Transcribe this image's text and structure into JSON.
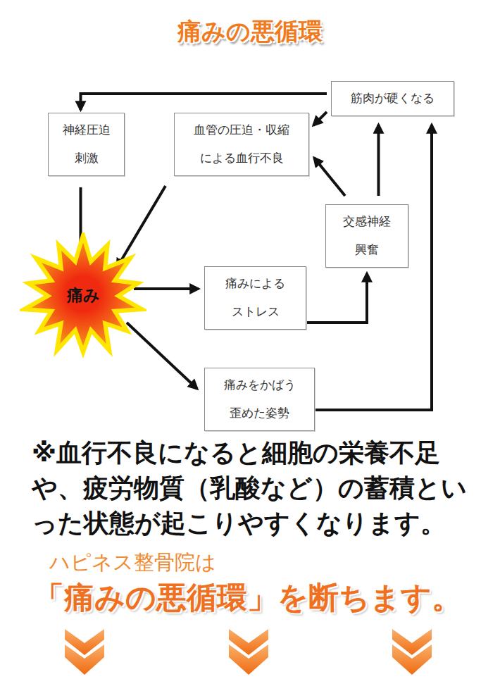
{
  "diagram": {
    "title": "痛みの悪循環",
    "nodes": [
      {
        "text": [
          "筋肉が硬くなる"
        ]
      },
      {
        "text": [
          "神経圧迫 刺激"
        ]
      },
      {
        "text": [
          "血管の圧迫・収縮 による血行不良"
        ]
      },
      {
        "text": [
          "交感神経 興奮"
        ]
      },
      {
        "text": [
          "痛み"
        ]
      },
      {
        "text": [
          "痛みによる ストレス"
        ]
      },
      {
        "text": [
          "痛みをかばう 歪めた姿勢"
        ]
      }
    ],
    "edges": [
      {
        "from": 0,
        "to": 1,
        "arrow": "to"
      },
      {
        "from": 0,
        "to": 2,
        "arrow": "to"
      },
      {
        "from": 1,
        "to": 4,
        "arrow": "to"
      },
      {
        "from": 2,
        "to": 4,
        "arrow": "to"
      },
      {
        "from": 4,
        "to": 5,
        "arrow": "to"
      },
      {
        "from": 4,
        "to": 6,
        "arrow": "to"
      },
      {
        "from": 5,
        "to": 3,
        "arrow": "to"
      },
      {
        "from": 3,
        "to": 2,
        "arrow": "to"
      },
      {
        "from": 3,
        "to": 0,
        "arrow": "to"
      },
      {
        "from": 6,
        "to": 0,
        "arrow": "to"
      }
    ],
    "labels": [
      "※血行不良になると細胞の栄養不足や、疲労物質（乳酸など）の蓄積といった状態が起こりやすくなります。",
      "ハピネス整骨院は",
      "「痛みの悪循環」を断ちます。"
    ]
  }
}
